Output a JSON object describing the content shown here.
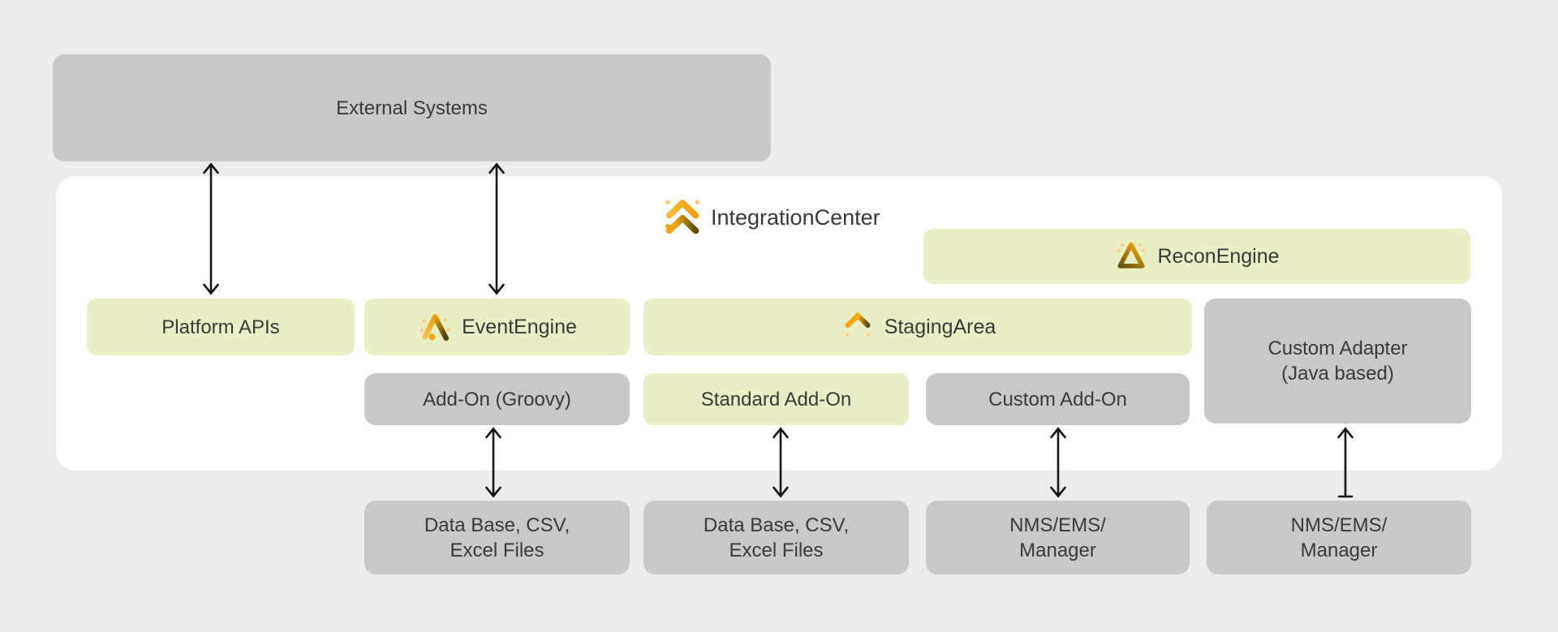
{
  "diagram_title": "IntegrationCenter",
  "colors": {
    "background": "#ececec",
    "panel": "#ffffff",
    "box_gray": "#c9c9c9",
    "box_green": "#e9eec5",
    "text": "#3a3a38",
    "arrow": "#161616",
    "icon_amber": "#f2a712",
    "icon_gold_light": "#f7c454",
    "icon_pale_dot": "#f7cd7f",
    "icon_dark_olive": "#5d4c09"
  },
  "brand": {
    "label": "IntegrationCenter"
  },
  "nodes": {
    "external_systems": {
      "label": "External Systems"
    },
    "recon_engine": {
      "label": "ReconEngine"
    },
    "platform_apis": {
      "label": "Platform APIs"
    },
    "event_engine": {
      "label": "EventEngine"
    },
    "staging_area": {
      "label": "StagingArea"
    },
    "custom_adapter": {
      "line1": "Custom Adapter",
      "line2": "(Java based)"
    },
    "add_on_groovy": {
      "label": "Add-On (Groovy)"
    },
    "standard_add_on": {
      "label": "Standard Add-On"
    },
    "custom_add_on": {
      "label": "Custom Add-On"
    },
    "db_files_left": {
      "line1": "Data Base, CSV,",
      "line2": "Excel Files"
    },
    "db_files_right": {
      "line1": "Data Base, CSV,",
      "line2": "Excel Files"
    },
    "nms_left": {
      "line1": "NMS/EMS/",
      "line2": "Manager"
    },
    "nms_right": {
      "line1": "NMS/EMS/",
      "line2": "Manager"
    }
  },
  "icons": {
    "integration_center": "integration-center-icon",
    "recon_engine": "recon-engine-icon",
    "event_engine": "event-engine-icon",
    "staging_area": "staging-area-icon"
  },
  "connections": [
    {
      "from": "external_systems",
      "to": "platform_apis",
      "style": "double-arrow"
    },
    {
      "from": "external_systems",
      "to": "event_engine",
      "style": "double-arrow"
    },
    {
      "from": "add_on_groovy",
      "to": "db_files_left",
      "style": "double-arrow"
    },
    {
      "from": "standard_add_on",
      "to": "db_files_right",
      "style": "double-arrow"
    },
    {
      "from": "custom_add_on",
      "to": "nms_left",
      "style": "double-arrow"
    },
    {
      "from": "custom_adapter",
      "to": "nms_right",
      "style": "arrow-up-bar-bottom"
    }
  ]
}
